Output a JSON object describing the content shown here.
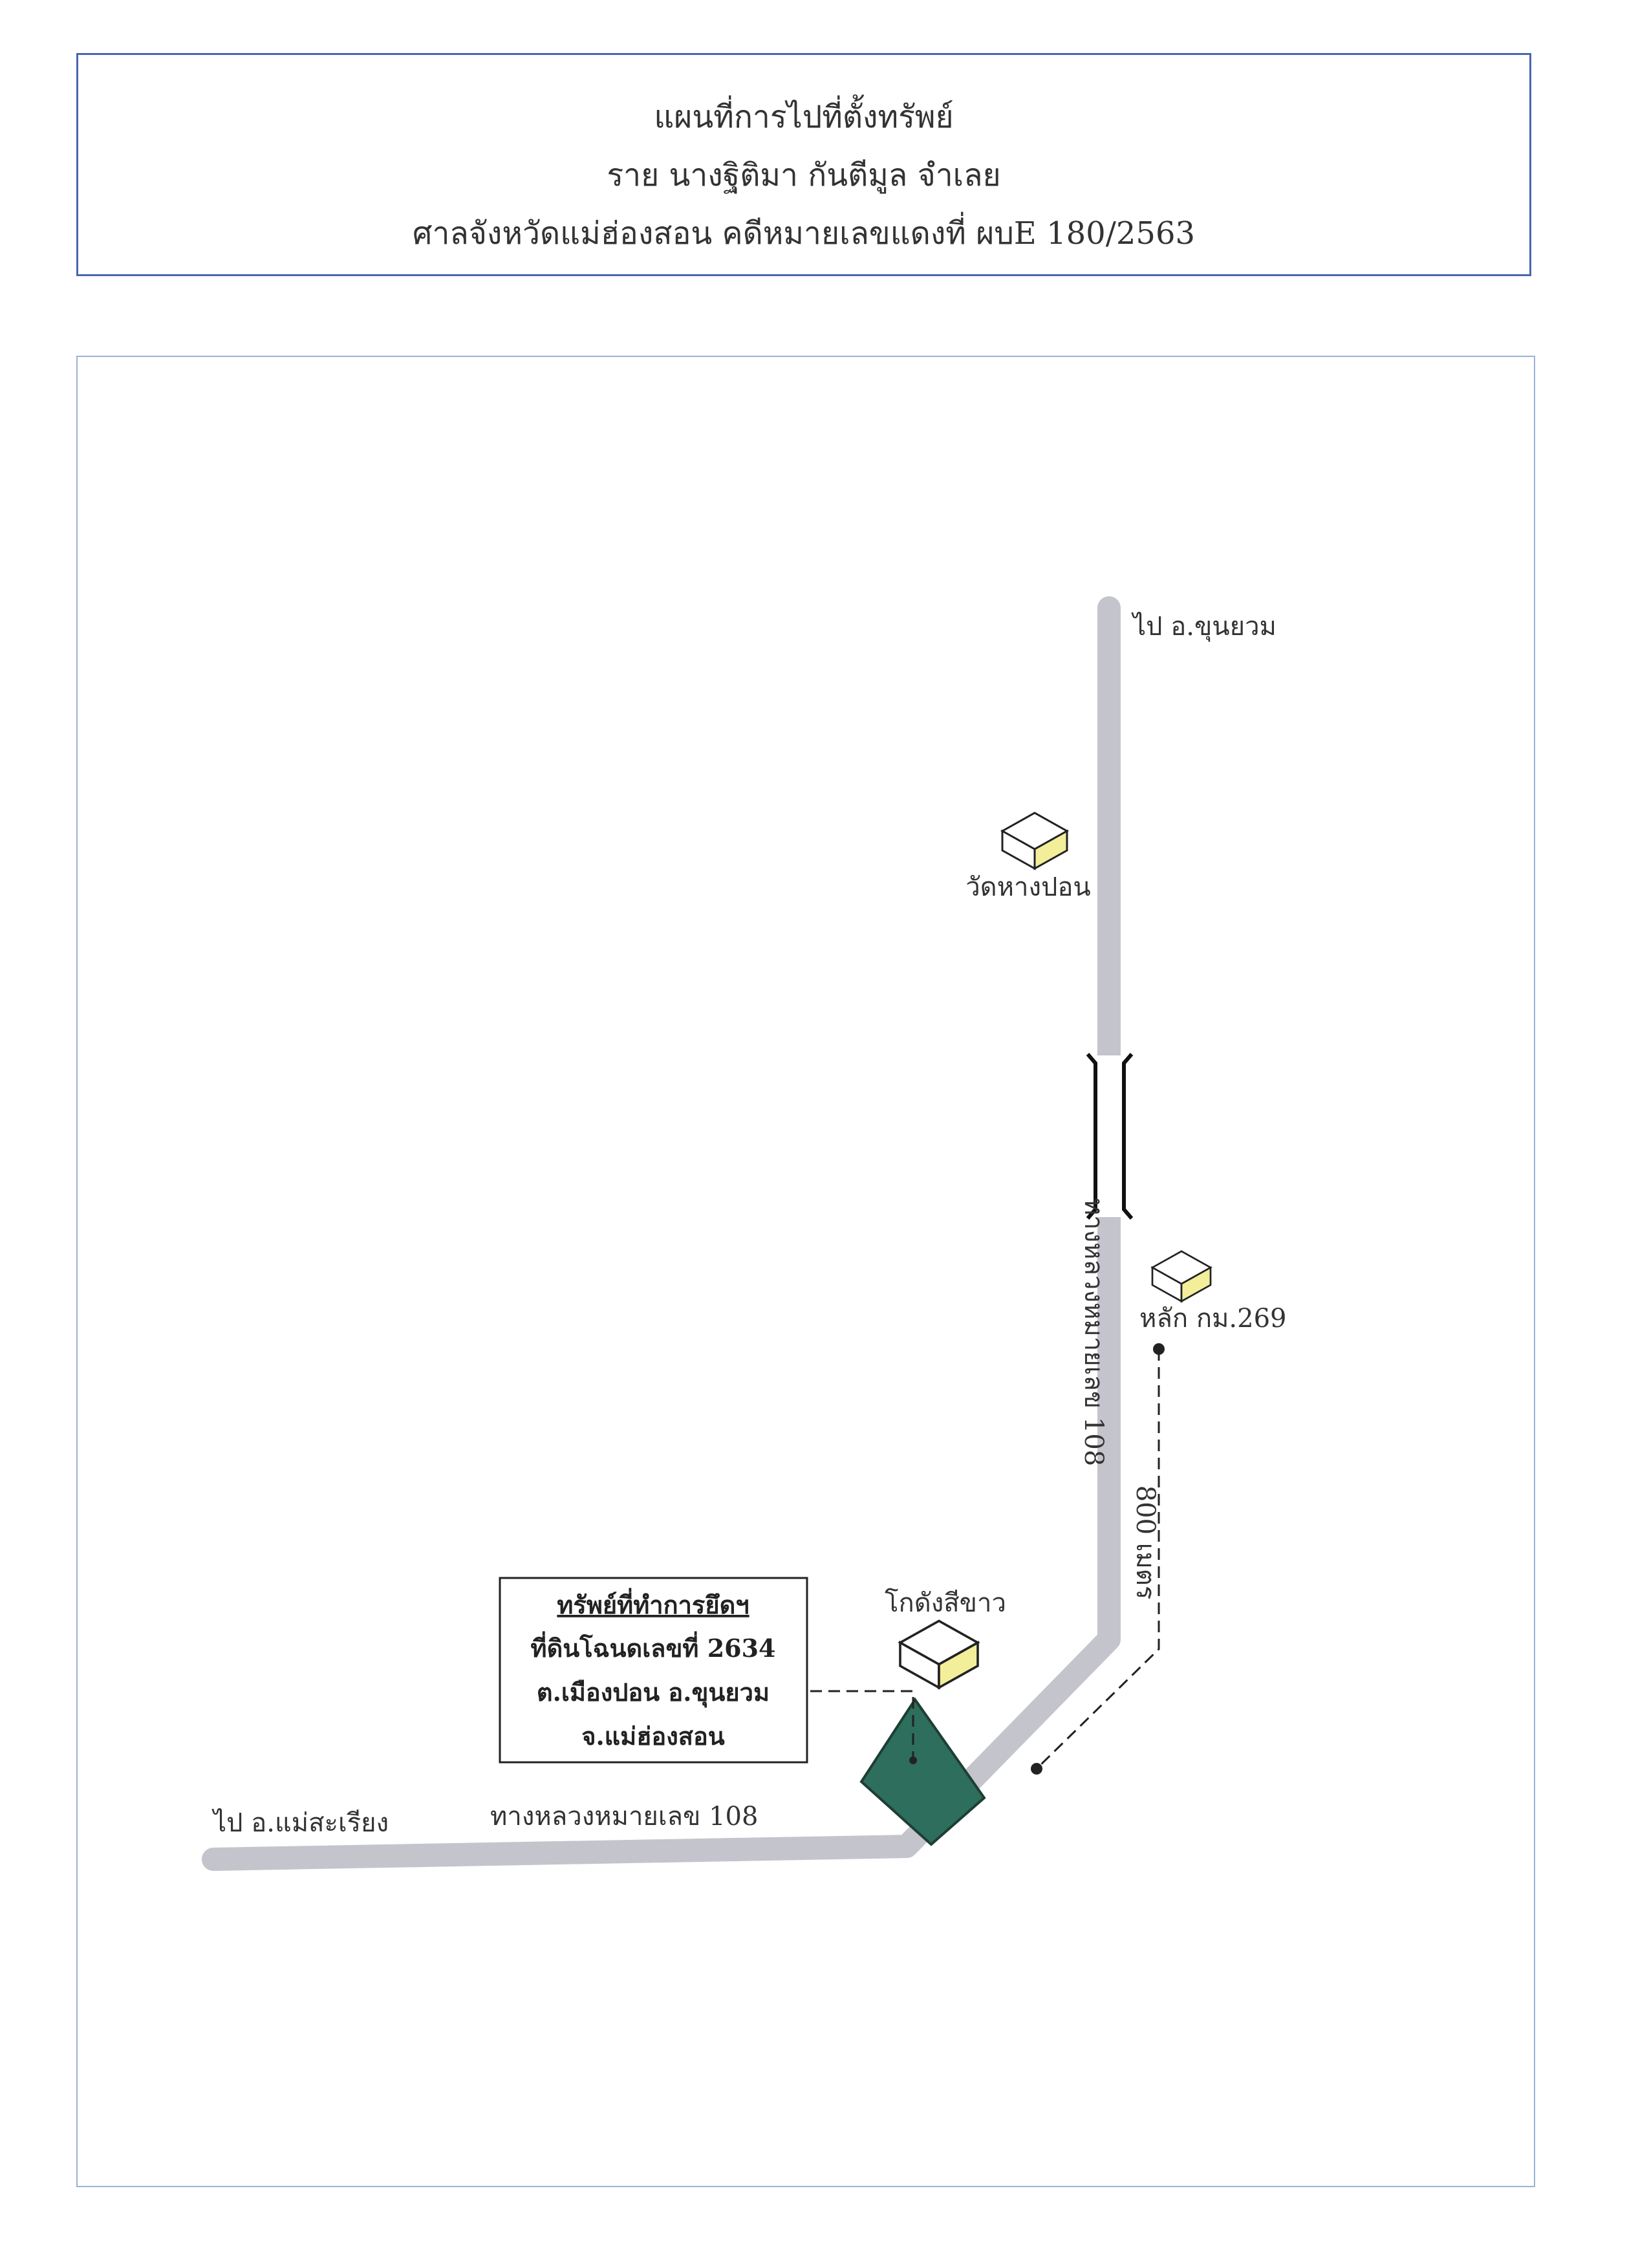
{
  "header": {
    "title": "แผนที่การไปที่ตั้งทรัพย์",
    "defendant": "ราย นางฐิติมา กันตีมูล จำเลย",
    "court_case": "ศาลจังหวัดแม่ฮ่องสอน   คดีหมายเลขแดงที่ ผบE 180/2563"
  },
  "map": {
    "labels": {
      "to_khun_yuam": "ไป อ.ขุนยวม",
      "wat_hang_pon": "วัดหางปอน",
      "km_marker": "หลัก กม.269",
      "highway_vertical": "ทางหลวงหมายเลข 108",
      "distance": "800 เมตร",
      "white_warehouse": "โกดังสีขาว",
      "to_mae_sariang": "ไป อ.แม่สะเรียง",
      "highway_horizontal": "ทางหลวงหมายเลข 108"
    },
    "property_box": {
      "heading": "ทรัพย์ที่ทำการยึดฯ",
      "line1": "ที่ดินโฉนดเลขที่ 2634",
      "line2": "ต.เมืองปอน  อ.ขุนยวม",
      "line3": "จ.แม่ฮ่องสอน"
    },
    "colors": {
      "road": "#c4c4cc",
      "property": "#2d6e5c",
      "building_top": "#ffffff",
      "building_side": "#f2ee9a"
    }
  }
}
